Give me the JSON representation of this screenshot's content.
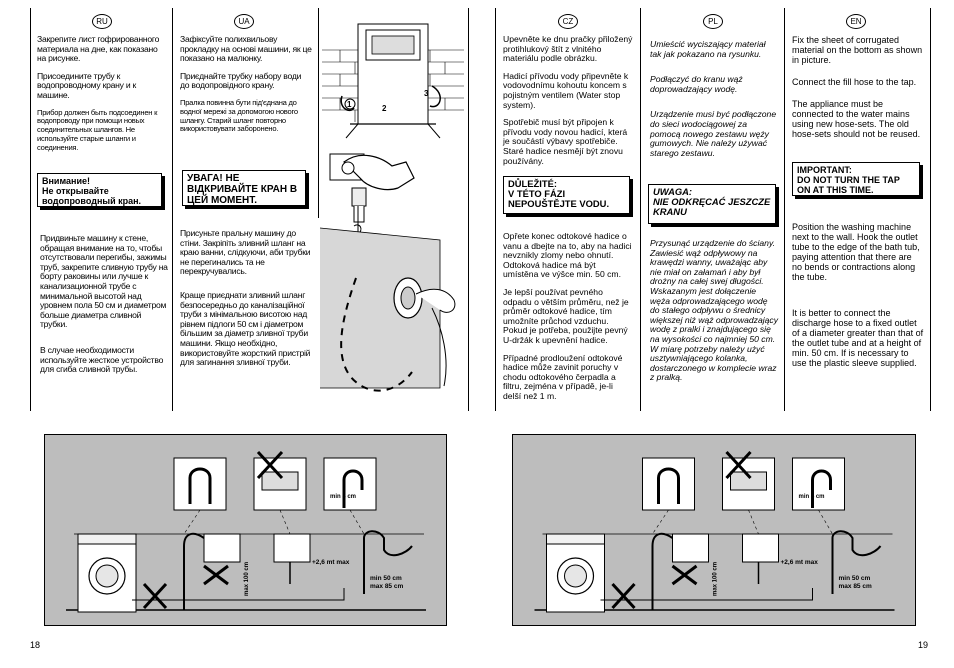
{
  "page_left": "18",
  "page_right": "19",
  "lang_tags": {
    "ru": "RU",
    "ua": "UA",
    "cz": "CZ",
    "pl": "PL",
    "en": "EN"
  },
  "ru": {
    "p1": "Закрепите лист гофрированного материала на дне, как показано на рисунке.",
    "p2": "Присоедините трубу к водопроводному крану и к машине.",
    "p3": "Прибор должен быть подсоединен к водопроводу при помощи новых соединительных шлангов. Не используйте старые шланги и соединения.",
    "warning": "Внимание!\nНе открывайте водопроводный кран.",
    "p4": "Придвиньте машину к стене, обращая внимание на то, чтобы отсутствовали перегибы, зажимы труб, закрепите сливную трубу на борту раковины или лучше к канализационной трубе с минимальной высотой над уровнем пола 50 см и диаметром больше диаметра сливной трубки.",
    "p5": "В случае необходимости используйте жесткое устройство для сгиба сливной трубы."
  },
  "ua": {
    "p1": "Зафіксуйте полихвильову прокладку на основі машини, як це показано на малюнку.",
    "p2": "Приєднайте трубку набору води до водопровідного крану.",
    "p3": "Пралка повинна бути під'єднана до водної мережі за допомогою нового шлангу. Старий шланг повторно використовувати заборонено.",
    "warning": "УВАГА! НЕ ВІДКРИВАЙТЕ КРАН В ЦЕЙ МОМЕНТ.",
    "p4": "Присуньте пральну машину до стіни. Закріпіть зливний шланг на краю ванни, слідкуючи, аби трубки не перегинались та не перекручувались.",
    "p5": "Краще приєднати зливний шланг безпосередньо до каналізаційної труби з мінімальною висотою над рівнем підлоги 50 см і діаметром більшим за діаметр зливної труби машини. Якщо необхідно, використовуйте жорсткий пристрій для загинання зливної труби."
  },
  "cz": {
    "p1": "Upevněte ke dnu pračky přiložený protihlukový štít z vlnitého materiálu podle obrázku.",
    "p2": "Hadicí přívodu vody připevněte k vodovodnímu kohoutu koncem s pojistným ventilem (Water stop system).",
    "p3": "Spotřebič musí být připojen k přívodu vody novou hadicí, která je součástí výbavy spotřebiče. Staré hadice nesmějí být znovu používány.",
    "warning": "DŮLEŽITÉ:\nV TÉTO FÁZI NEPOUŠTĚJTE VODU.",
    "p4": "Opřete konec odtokové hadice o vanu a dbejte na to, aby na hadici nevznikly zlomy nebo ohnutí. Odtoková hadice má být umístěna ve výšce min. 50 cm.",
    "p5": "Je lepší používat pevného odpadu o větším průměru, než je průměr odtokové hadice, tím umožníte průchod vzduchu. Pokud je potřeba, použijte pevný U-držák k upevnění hadice.",
    "p6": "Případné prodloužení odtokové hadice může zavinit poruchy v chodu odtokového čerpadla a filtru, zejména v případě, je-li delší než 1 m."
  },
  "pl": {
    "p1": "Umieścić wyciszający materiał tak jak pokazano na rysunku.",
    "p2": "Podłączyć do kranu wąż doprowadzający wodę.",
    "p3": "Urządzenie musi być podłączone do sieci wodociągowej za pomocą nowego zestawu węży gumowych. Nie należy używać starego zestawu.",
    "warning": "UWAGA:\nNIE ODKRĘCAĆ JESZCZE KRANU",
    "p4": "Przysunąć urządzenie do ściany. Zawiesić wąż odpływowy na krawędzi wanny, uważając aby nie miał on załamań i aby był drożny na całej swej długości. Wskazanym jest dołączenie węża odprowadzającego wodę do stałego odpływu o średnicy większej niż wąż odprowadzający wodę z pralki i znajdującego się na wysokości co najmniej 50 cm. W miarę potrzeby należy użyć usztywniającego kolanka, dostarczonego w komplecie wraz z pralką."
  },
  "en": {
    "p1": "Fix the sheet of corrugated material on the bottom as shown in picture.",
    "p2": "Connect the fill hose to the tap.",
    "p3": "The appliance must be connected to the water mains using new hose-sets. The old hose-sets should not be reused.",
    "warning": "IMPORTANT:\nDO NOT TURN THE TAP ON AT THIS TIME.",
    "p4": "Position the washing machine next to the wall. Hook the outlet tube to the edge of the bath tub, paying attention that there are no bends or contractions along the tube.",
    "p5": "It is better to connect the discharge hose to a fixed outlet of a diameter greater than that of the outlet tube and at a height of min. 50 cm. If is necessary to use the plastic sleeve supplied."
  },
  "diagram_labels": {
    "min4": "min 4 cm",
    "max100": "max 100 cm",
    "plus26": "+2,6 mt max",
    "min50": "min 50 cm",
    "max85": "max 85 cm"
  },
  "fig_numbers": {
    "n1": "1",
    "n2": "2",
    "n3": "3"
  }
}
